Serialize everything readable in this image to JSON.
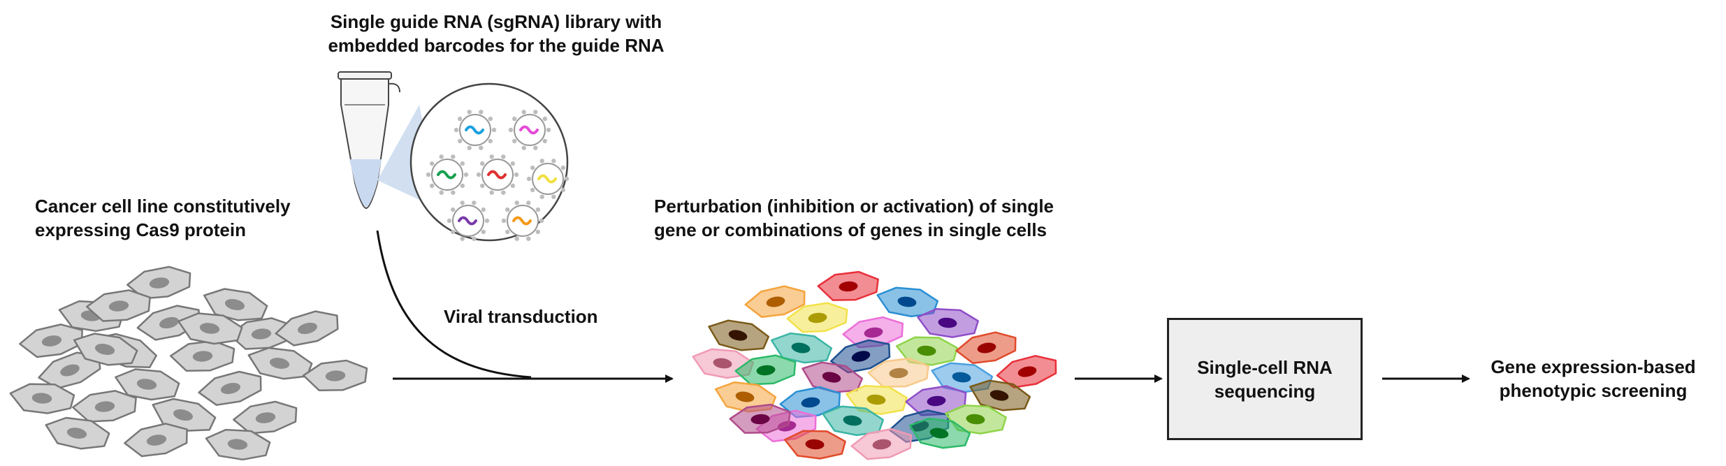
{
  "labels": {
    "library_line1": "Single guide RNA (sgRNA) library with",
    "library_line2": "embedded barcodes for the guide RNA",
    "cell_line_line1": "Cancer cell line constitutively",
    "cell_line_line2": "expressing Cas9 protein",
    "transduction": "Viral transduction",
    "perturb_line1": "Perturbation (inhibition or activation) of single",
    "perturb_line2": "gene or combinations of genes in single cells",
    "seq_line1": "Single-cell RNA",
    "seq_line2": "sequencing",
    "screen_line1": "Gene expression-based",
    "screen_line2": "phenotypic screening"
  },
  "colors": {
    "gray_cell_fill": "#d3d3d3",
    "gray_cell_stroke": "#777777",
    "gray_nucleus": "#8c8c8c",
    "perturbed_cells": [
      "#e8303a",
      "#f4a43c",
      "#2a8fd4",
      "#f2e24a",
      "#8f4ec8",
      "#7a5a18",
      "#ec6fd8",
      "#3ab5a4",
      "#1d4f8f",
      "#8fd44a",
      "#e04a2a",
      "#f09ab4",
      "#2cba6a",
      "#b04a8a",
      "#f7c98a",
      "#4aa0e0"
    ],
    "virus_rna": [
      "#1aa0e0",
      "#e64ad8",
      "#18a050",
      "#e03030",
      "#f0e040",
      "#7a3aa8",
      "#f39a18"
    ]
  }
}
